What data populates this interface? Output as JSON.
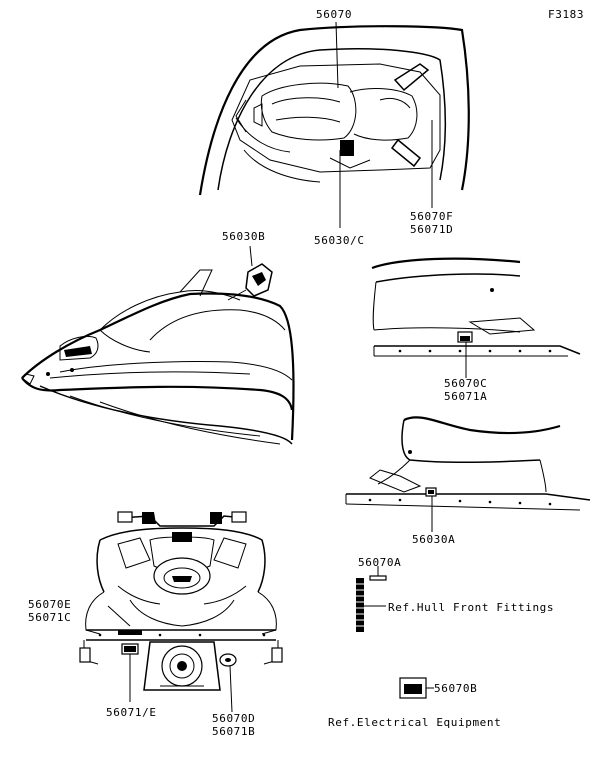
{
  "figure_code": "F3183",
  "labels": {
    "p56070": "56070",
    "p56070F": "56070F",
    "p56071D": "56071D",
    "p56030C": "56030/C",
    "p56030B": "56030B",
    "p56070C": "56070C",
    "p56071A": "56071A",
    "p56030A": "56030A",
    "p56070A": "56070A",
    "ref_hull": "Ref.Hull Front Fittings",
    "p56070E": "56070E",
    "p56071C": "56071C",
    "p56071E": "56071/E",
    "p56070D": "56070D",
    "p56071B": "56071B",
    "p56070B": "56070B",
    "ref_electrical": "Ref.Electrical Equipment"
  }
}
